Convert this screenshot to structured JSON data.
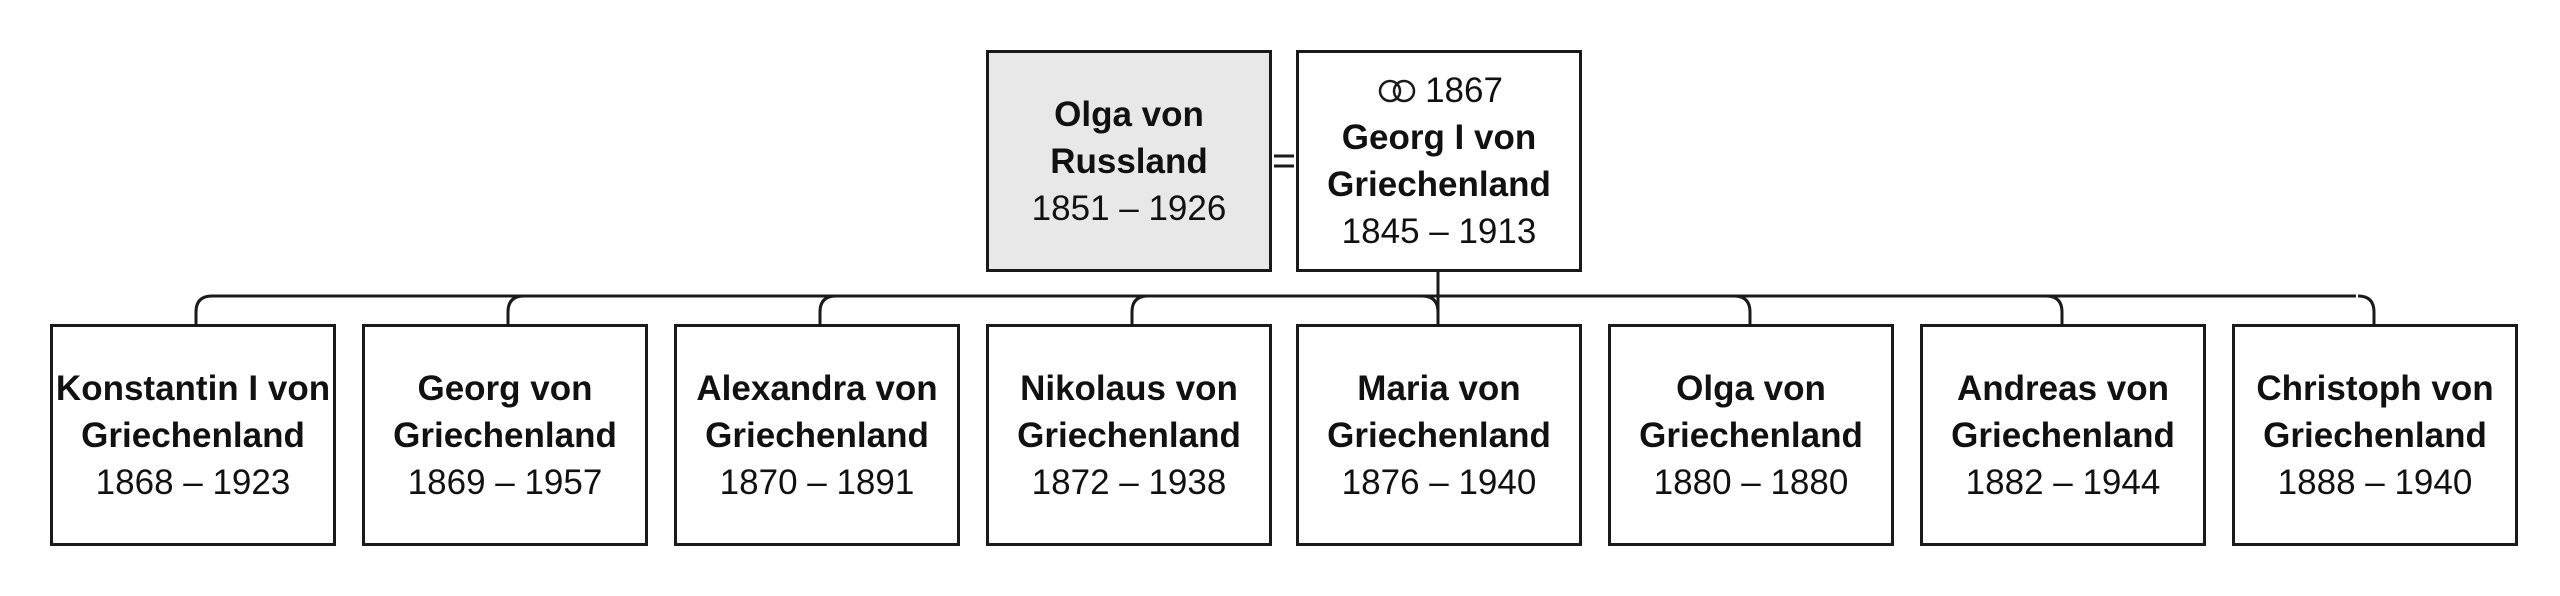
{
  "parents": {
    "mother": {
      "name": "Olga von Russland",
      "dates": "1851 – 1926"
    },
    "father": {
      "marriage": "1867",
      "name": "Georg I von Griechenland",
      "dates": "1845 – 1913"
    }
  },
  "children": [
    {
      "name": "Konstantin I von Griechenland",
      "dates": "1868 – 1923"
    },
    {
      "name": "Georg von Griechenland",
      "dates": "1869 – 1957"
    },
    {
      "name": "Alexandra von Griechenland",
      "dates": "1870 – 1891"
    },
    {
      "name": "Nikolaus von Griechenland",
      "dates": "1872 – 1938"
    },
    {
      "name": "Maria von Griechenland",
      "dates": "1876 – 1940"
    },
    {
      "name": "Olga von Griechenland",
      "dates": "1880 – 1880"
    },
    {
      "name": "Andreas von Griechenland",
      "dates": "1882 – 1944"
    },
    {
      "name": "Christoph von Griechenland",
      "dates": "1888 – 1940"
    }
  ],
  "icons": {
    "marriage": "marriage-rings-icon"
  }
}
